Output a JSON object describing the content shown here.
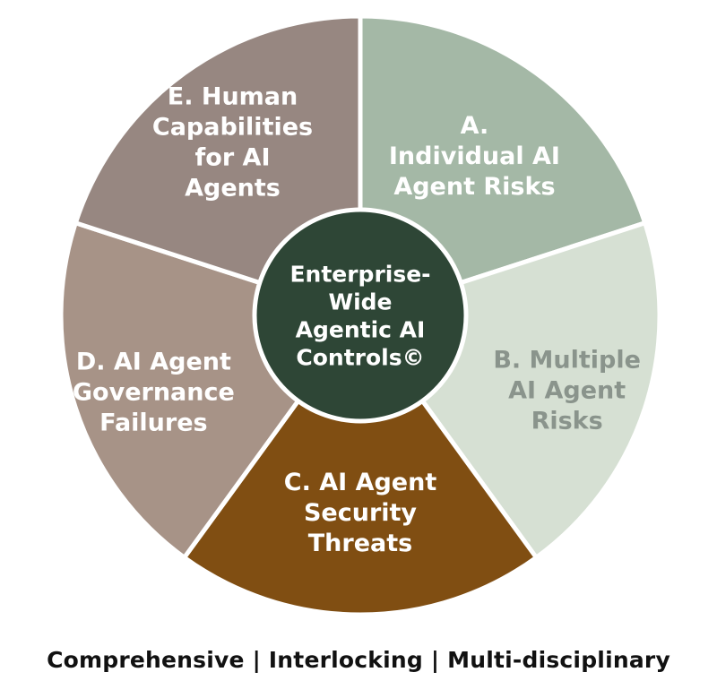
{
  "center": {
    "lines": [
      "Enterprise-",
      "Wide",
      "Agentic AI",
      "Controls©"
    ],
    "fill": "#2e4636",
    "text_color": "#ffffff"
  },
  "segments": [
    {
      "id": "a",
      "lines": [
        "A.",
        "Individual AI",
        "Agent Risks"
      ],
      "fill": "#a4b8a6",
      "text_color": "#ffffff"
    },
    {
      "id": "b",
      "lines": [
        "B. Multiple",
        "AI Agent",
        "Risks"
      ],
      "fill": "#d6e0d3",
      "text_color": "#8a948c"
    },
    {
      "id": "c",
      "lines": [
        "C. AI Agent",
        "Security",
        "Threats"
      ],
      "fill": "#804e12",
      "text_color": "#ffffff"
    },
    {
      "id": "d",
      "lines": [
        "D. AI Agent",
        "Governance",
        "Failures"
      ],
      "fill": "#a79387",
      "text_color": "#ffffff"
    },
    {
      "id": "e",
      "lines": [
        "E. Human",
        "Capabilities",
        "for AI",
        "Agents"
      ],
      "fill": "#978781",
      "text_color": "#ffffff"
    }
  ],
  "tagline": "Comprehensive  |  Interlocking  |  Multi-disciplinary"
}
